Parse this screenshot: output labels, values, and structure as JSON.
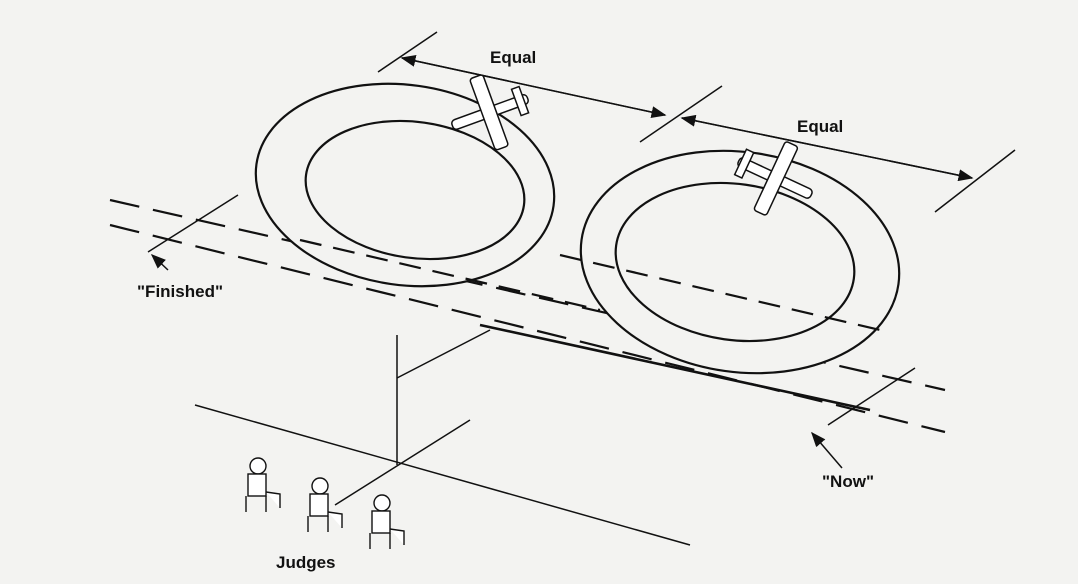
{
  "labels": {
    "equal_left": "Equal",
    "equal_right": "Equal",
    "finished": "\"Finished\"",
    "now": "\"Now\"",
    "judges": "Judges"
  },
  "colors": {
    "ink": "#111111",
    "paper": "#f3f3f1"
  }
}
